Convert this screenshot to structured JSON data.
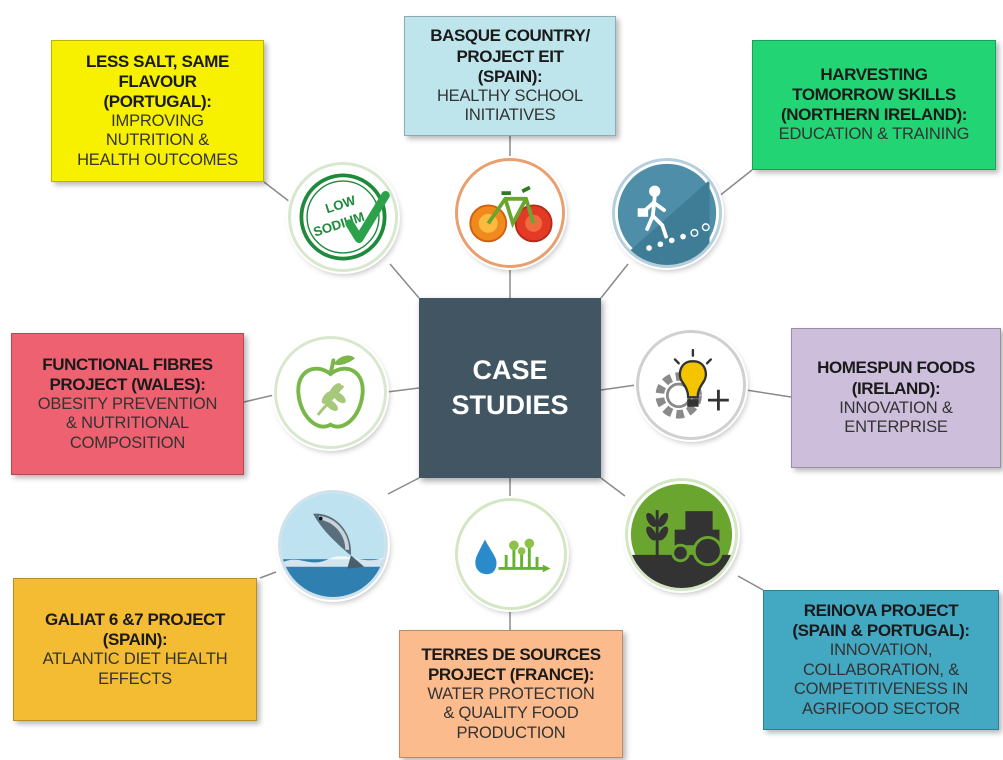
{
  "center": {
    "label": "CASE\nSTUDIES"
  },
  "boxes": {
    "salt": {
      "heading": "LESS SALT, SAME\nFLAVOUR\n(PORTUGAL):",
      "sub": "IMPROVING\nNUTRITION &\nHEALTH OUTCOMES",
      "color": "#f7f100"
    },
    "basque": {
      "heading": "BASQUE COUNTRY/\nPROJECT EIT\n(SPAIN):",
      "sub": "HEALTHY SCHOOL\nINITIATIVES",
      "color": "#bfe5ec"
    },
    "harvest": {
      "heading": "HARVESTING\nTOMORROW SKILLS\n(NORTHERN IRELAND):",
      "sub": "EDUCATION & TRAINING",
      "color": "#22d474"
    },
    "fibres": {
      "heading": "FUNCTIONAL FIBRES\nPROJECT (WALES):",
      "sub": "OBESITY PREVENTION\n& NUTRITIONAL\nCOMPOSITION",
      "color": "#ee6170"
    },
    "homespun": {
      "heading": "HOMESPUN FOODS\n(IRELAND):",
      "sub": "INNOVATION &\nENTERPRISE",
      "color": "#cdbfdc"
    },
    "galiat": {
      "heading": "GALIAT 6 &7 PROJECT\n(SPAIN):",
      "sub": "ATLANTIC DIET HEALTH\nEFFECTS",
      "color": "#f3bc33"
    },
    "terres": {
      "heading": "TERRES DE SOURCES\nPROJECT (FRANCE):",
      "sub": "WATER PROTECTION\n& QUALITY FOOD\nPRODUCTION",
      "color": "#fbbb8c"
    },
    "reinova": {
      "heading": "REINOVA PROJECT\n(SPAIN & PORTUGAL):",
      "sub": "INNOVATION,\nCOLLABORATION, &\nCOMPETITIVENESS IN\nAGRIFOOD SECTOR",
      "color": "#43a8c2"
    }
  },
  "icons": {
    "salt": {
      "name": "low-sodium-icon",
      "text_top": "LOW",
      "text_main": "SODIUM",
      "color": "#1f8a3c"
    },
    "basque": {
      "name": "vegetable-bicycle-icon",
      "color": "#e06a1a"
    },
    "harvest": {
      "name": "climbing-steps-icon",
      "color": "#4f8ea8"
    },
    "fibres": {
      "name": "apple-wheat-icon",
      "color": "#7ab648"
    },
    "homespun": {
      "name": "lightbulb-gear-icon",
      "color": "#f5c400"
    },
    "galiat": {
      "name": "jumping-fish-icon",
      "color": "#2f7fb0"
    },
    "terres": {
      "name": "water-drop-plant-icon",
      "color": "#66b32e"
    },
    "reinova": {
      "name": "wheat-tractor-icon",
      "color": "#6aa62f"
    }
  }
}
